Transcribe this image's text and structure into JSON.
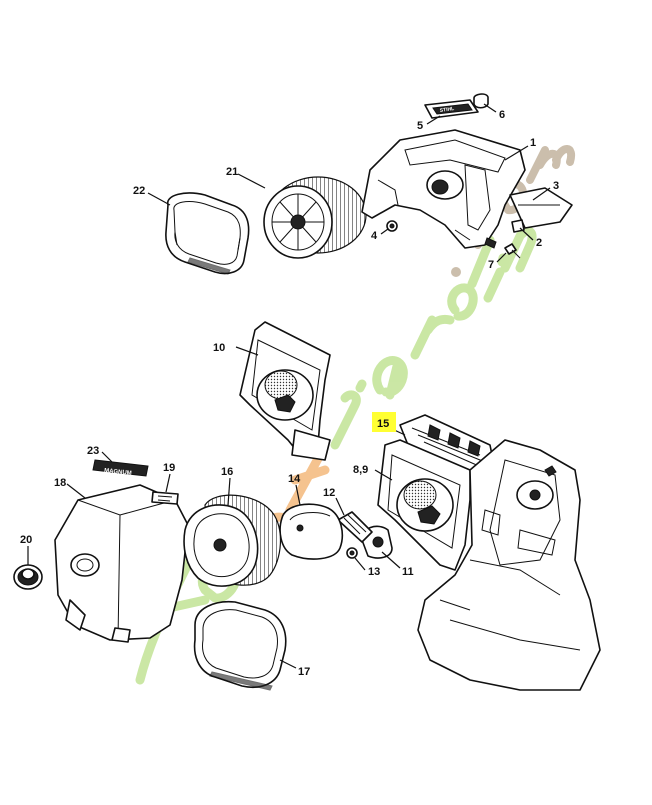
{
  "callouts": [
    {
      "id": "c1",
      "text": "1"
    },
    {
      "id": "c2",
      "text": "2"
    },
    {
      "id": "c3",
      "text": "3"
    },
    {
      "id": "c4",
      "text": "4"
    },
    {
      "id": "c5",
      "text": "5"
    },
    {
      "id": "c6",
      "text": "6"
    },
    {
      "id": "c7",
      "text": "7"
    },
    {
      "id": "c8-9",
      "text": "8,9"
    },
    {
      "id": "c10",
      "text": "10"
    },
    {
      "id": "c11",
      "text": "11"
    },
    {
      "id": "c12",
      "text": "12"
    },
    {
      "id": "c13",
      "text": "13"
    },
    {
      "id": "c14",
      "text": "14"
    },
    {
      "id": "c15",
      "text": "15",
      "highlight": "#ffff33"
    },
    {
      "id": "c16",
      "text": "16"
    },
    {
      "id": "c17",
      "text": "17"
    },
    {
      "id": "c18",
      "text": "18"
    },
    {
      "id": "c19",
      "text": "19"
    },
    {
      "id": "c20",
      "text": "20"
    },
    {
      "id": "c21",
      "text": "21"
    },
    {
      "id": "c22",
      "text": "22"
    },
    {
      "id": "c23",
      "text": "23"
    }
  ],
  "part_markings": {
    "decal_top": "STIHL",
    "decal_magnum": "MAGNUM"
  },
  "watermark": {
    "text": "fort-jardin.com",
    "colors": {
      "green": "#c8e6a0",
      "orange": "#f5c08a",
      "brown": "#c9bba8"
    }
  },
  "colors": {
    "line": "#111111",
    "highlight": "#ffff33"
  }
}
